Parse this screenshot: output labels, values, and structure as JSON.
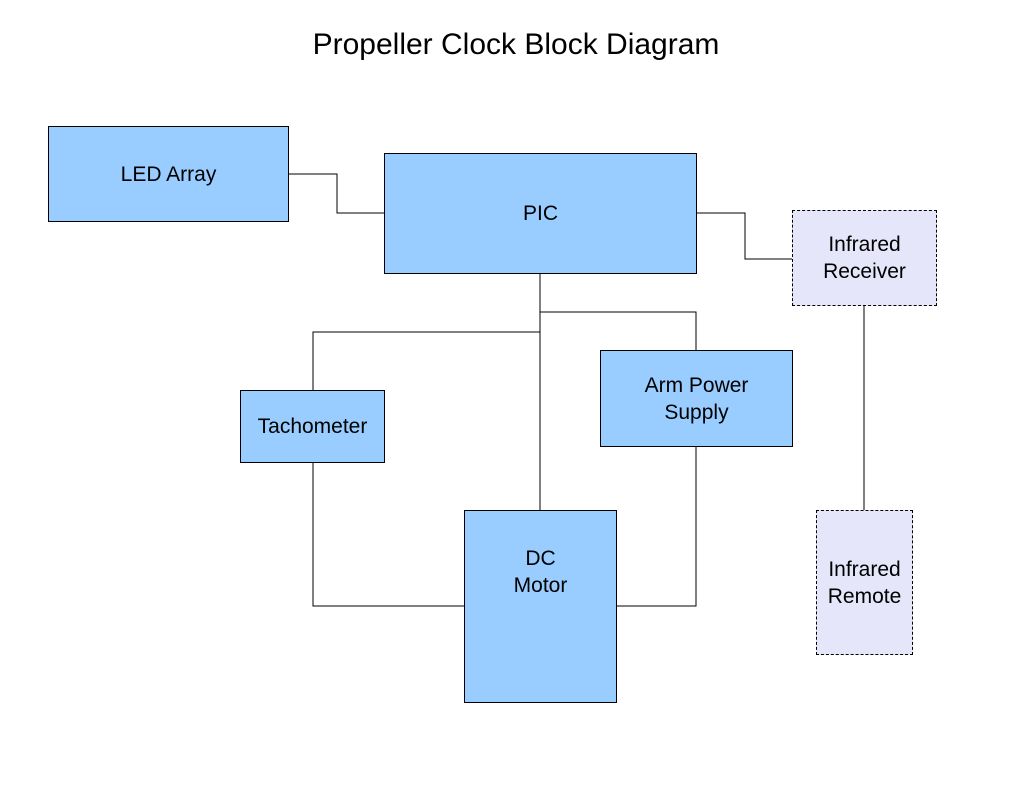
{
  "title": "Propeller Clock Block Diagram",
  "colors": {
    "block_fill": "#99ccff",
    "external_block_fill": "#e6e6fa",
    "line": "#000000"
  },
  "blocks": {
    "led_array": "LED Array",
    "pic": "PIC",
    "infrared_receiver": "Infrared\nReceiver",
    "tachometer": "Tachometer",
    "arm_power_supply": "Arm Power\nSupply",
    "dc_motor": "DC\nMotor",
    "infrared_remote": "Infrared\nRemote"
  },
  "connections": [
    [
      "led_array",
      "pic"
    ],
    [
      "pic",
      "infrared_receiver"
    ],
    [
      "pic",
      "tachometer"
    ],
    [
      "pic",
      "dc_motor"
    ],
    [
      "pic",
      "arm_power_supply"
    ],
    [
      "tachometer",
      "dc_motor"
    ],
    [
      "arm_power_supply",
      "dc_motor"
    ],
    [
      "infrared_receiver",
      "infrared_remote"
    ]
  ]
}
